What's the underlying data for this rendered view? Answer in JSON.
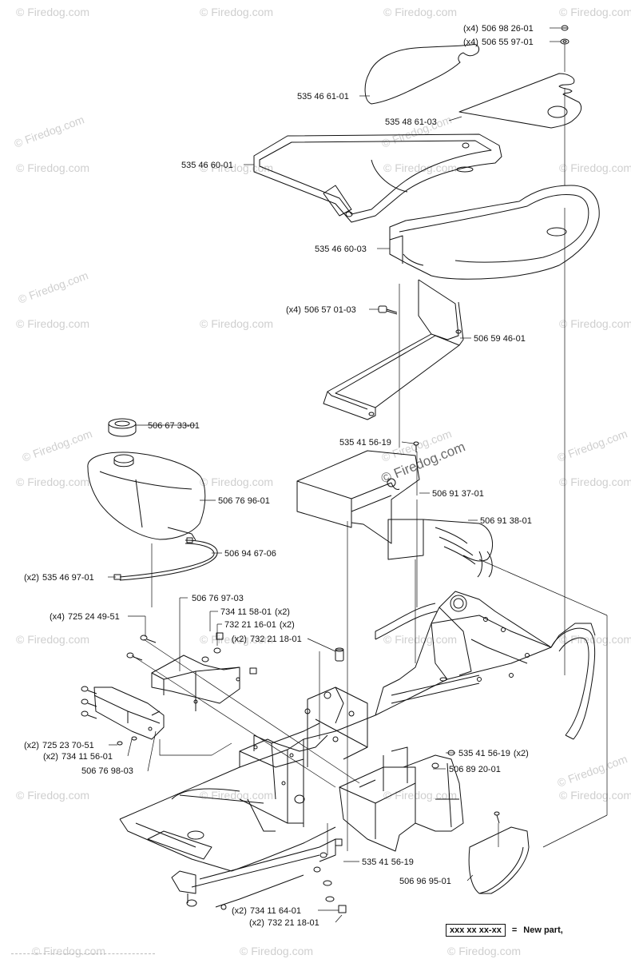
{
  "watermark": {
    "text": "© Firedog.com",
    "center_text": "© Firedog.com"
  },
  "legend": {
    "code": "xxx xx xx-xx",
    "equals": "=",
    "label": "New part,"
  },
  "callouts": [
    {
      "id": "c1",
      "qty": "(x4)",
      "part": "506 98 26-01"
    },
    {
      "id": "c2",
      "qty": "(x4)",
      "part": "506 55 97-01"
    },
    {
      "id": "c3",
      "qty": "",
      "part": "535 46 61-01"
    },
    {
      "id": "c4",
      "qty": "",
      "part": "535 48 61-03"
    },
    {
      "id": "c5",
      "qty": "",
      "part": "535 46 60-01"
    },
    {
      "id": "c6",
      "qty": "",
      "part": "535 46 60-03"
    },
    {
      "id": "c7",
      "qty": "(x4)",
      "part": "506 57 01-03"
    },
    {
      "id": "c8",
      "qty": "",
      "part": "506 59 46-01"
    },
    {
      "id": "c9",
      "qty": "",
      "part": "506 67 33-01"
    },
    {
      "id": "c10",
      "qty": "",
      "part": "535 41 56-19"
    },
    {
      "id": "c11",
      "qty": "",
      "part": "506 91 37-01"
    },
    {
      "id": "c12",
      "qty": "",
      "part": "506 76 96-01"
    },
    {
      "id": "c13",
      "qty": "",
      "part": "506 91 38-01"
    },
    {
      "id": "c14",
      "qty": "",
      "part": "506 94 67-06"
    },
    {
      "id": "c15",
      "qty": "(x2)",
      "part": "535 46 97-01"
    },
    {
      "id": "c16",
      "qty": "",
      "part": "506 76 97-03"
    },
    {
      "id": "c17",
      "qty": "(x4)",
      "part": "725 24 49-51"
    },
    {
      "id": "c18",
      "qty": "(x2)",
      "part": "734 11 58-01",
      "qty_after": true
    },
    {
      "id": "c19",
      "qty": "(x2)",
      "part": "732 21 16-01",
      "qty_after": true
    },
    {
      "id": "c20",
      "qty": "(x2)",
      "part": "732 21 18-01"
    },
    {
      "id": "c21",
      "qty": "(x2)",
      "part": "725 23 70-51"
    },
    {
      "id": "c22",
      "qty": "(x2)",
      "part": "734 11 56-01"
    },
    {
      "id": "c23",
      "qty": "",
      "part": "506 76 98-03"
    },
    {
      "id": "c24",
      "qty": "(x2)",
      "part": "535 41 56-19",
      "qty_after": true
    },
    {
      "id": "c25",
      "qty": "",
      "part": "506 89 20-01"
    },
    {
      "id": "c26",
      "qty": "",
      "part": "535 41 56-19"
    },
    {
      "id": "c27",
      "qty": "",
      "part": "506 96 95-01"
    },
    {
      "id": "c28",
      "qty": "(x2)",
      "part": "734 11 64-01"
    },
    {
      "id": "c29",
      "qty": "(x2)",
      "part": "732 21 18-01"
    }
  ]
}
